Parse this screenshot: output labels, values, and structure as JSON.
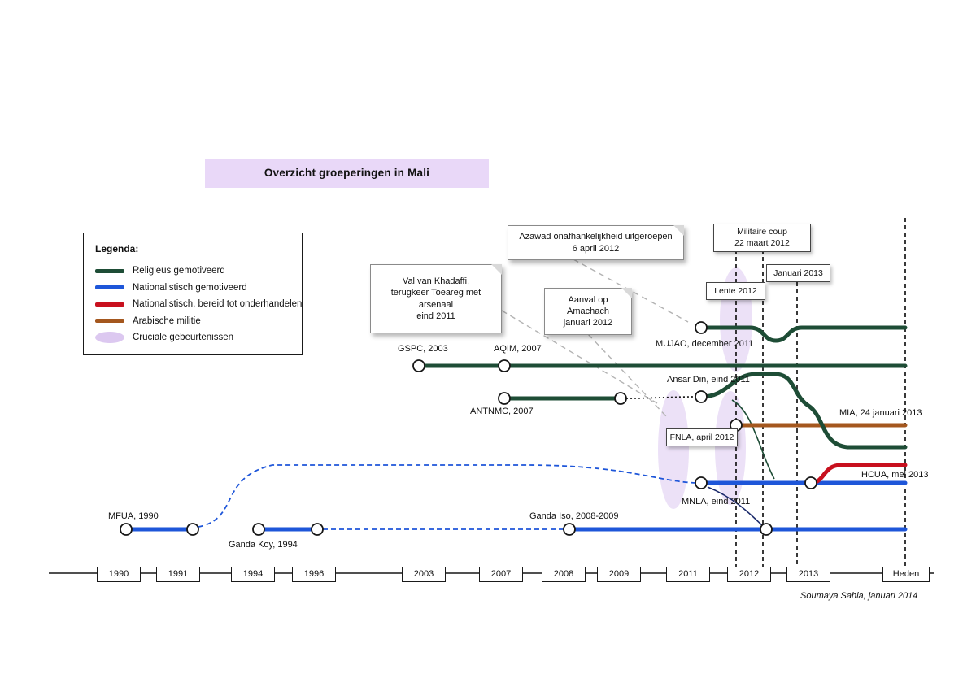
{
  "title": "Overzicht groeperingen in Mali",
  "credit": "Soumaya Sahla, januari 2014",
  "colors": {
    "religious": "#1e4d36",
    "nationalist": "#1e56d9",
    "negotiate": "#c8101e",
    "arab_militia": "#a4571e",
    "event": "#dcc8f0",
    "title_bg": "#e9d8f8"
  },
  "legend": {
    "heading": "Legenda:",
    "items": [
      {
        "label": "Religieus gemotiveerd"
      },
      {
        "label": "Nationalistisch gemotiveerd"
      },
      {
        "label": "Nationalistisch, bereid tot onderhandelen"
      },
      {
        "label": "Arabische militie"
      },
      {
        "label": "Cruciale gebeurtenissen"
      }
    ]
  },
  "notes": {
    "khadaffi": {
      "lines": [
        "Val van Khadaffi,",
        "terugkeer Toeareg met",
        "arsenaal",
        "eind 2011"
      ]
    },
    "azawad": {
      "lines": [
        "Azawad onafhankelijkheid uitgeroepen",
        "6 april 2012"
      ]
    },
    "amachach": {
      "lines": [
        "Aanval op",
        "Amachach",
        "januari 2012"
      ]
    }
  },
  "events": {
    "coup": {
      "lines": [
        "Militaire coup",
        "22 maart 2012"
      ]
    },
    "lente": "Lente 2012",
    "januari2013": "Januari 2013"
  },
  "groups": {
    "gspc": "GSPC, 2003",
    "aqim": "AQIM, 2007",
    "antnmc": "ANTNMC, 2007",
    "mujao": "MUJAO, december 2011",
    "ansar_din": "Ansar Din, eind 2011",
    "fnla": "FNLA, april 2012",
    "mia": "MIA, 24 januari 2013",
    "hcua": "HCUA, mei 2013",
    "mnla": "MNLA, eind 2011",
    "mfua": "MFUA, 1990",
    "ganda_koy": "Ganda Koy, 1994",
    "ganda_iso": "Ganda Iso, 2008-2009"
  },
  "timeline": {
    "years": [
      "1990",
      "1991",
      "1994",
      "1996",
      "2003",
      "2007",
      "2008",
      "2009",
      "2011",
      "2012",
      "2013",
      "Heden"
    ]
  }
}
